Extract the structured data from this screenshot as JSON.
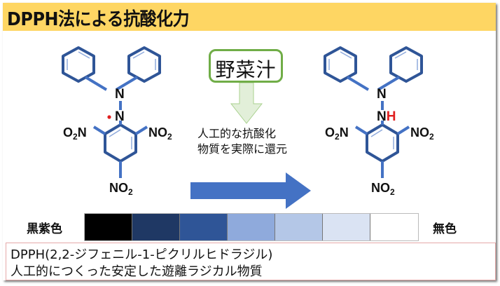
{
  "title": "DPPH法による抗酸化力",
  "molecules": {
    "left": {
      "name": "DPPH radical",
      "labels": {
        "n_upper": "N",
        "n_lower": "N",
        "radical_dot": "•",
        "no2_left_o": "O",
        "no2_left_sub": "2",
        "no2_left_n": "N",
        "no2_right_no": "NO",
        "no2_right_sub": "2",
        "no2_bottom_no": "NO",
        "no2_bottom_sub": "2"
      }
    },
    "right": {
      "name": "DPPH-H reduced",
      "labels": {
        "n_upper": "N",
        "n_lower": "N",
        "hydrogen": "H",
        "no2_left_o": "O",
        "no2_left_sub": "2",
        "no2_left_n": "N",
        "no2_right_no": "NO",
        "no2_right_sub": "2",
        "no2_bottom_no": "NO",
        "no2_bottom_sub": "2"
      }
    }
  },
  "reagent_box": {
    "label": "野菜汁"
  },
  "description": {
    "line1": "人工的な抗酸化",
    "line2": "物質を実際に還元"
  },
  "color_scale": {
    "left_label": "黒紫色",
    "right_label": "無色",
    "swatches": [
      "#000000",
      "#1f3864",
      "#2f5597",
      "#8faadc",
      "#b4c7e7",
      "#dae3f3",
      "#ffffff"
    ]
  },
  "colors": {
    "title_bar": "#fed663",
    "molecule_stroke": "#2f5597",
    "bond_light": "#4472c4",
    "radical_red": "#e02020",
    "reagent_border": "#70ad47",
    "down_arrow_fill": "#e2efd9",
    "down_arrow_stroke": "#a9d18e",
    "reaction_arrow": "#4472c4",
    "info_border": "#e5a8a8"
  },
  "info": {
    "line1": "DPPH(2,2-ジフェニル-1-ピクリルヒドラジル)",
    "line2": "人工的につくった安定した遊離ラジカル物質"
  }
}
